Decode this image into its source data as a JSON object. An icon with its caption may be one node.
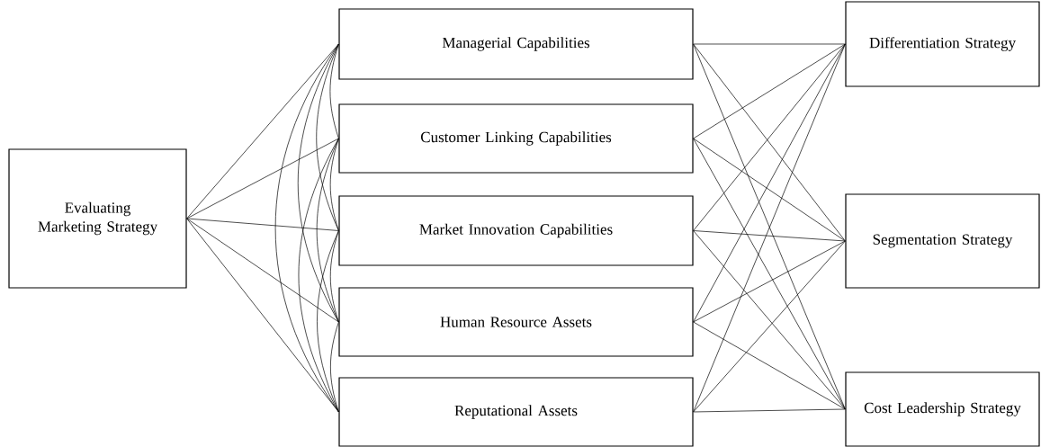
{
  "diagram": {
    "nodes": [
      {
        "text": [
          "Evaluating Marketing Strategy"
        ]
      },
      {
        "text": [
          "Managerial Capabilities"
        ]
      },
      {
        "text": [
          "Customer Linking Capabilities"
        ]
      },
      {
        "text": [
          "Market Innovation Capabilities"
        ]
      },
      {
        "text": [
          "Human Resource Assets"
        ]
      },
      {
        "text": [
          "Reputational Assets"
        ]
      },
      {
        "text": [
          "Differentiation Strategy"
        ]
      },
      {
        "text": [
          "Segmentation Strategy"
        ]
      },
      {
        "text": [
          "Cost Leadership Strategy"
        ]
      }
    ],
    "edges": [
      {
        "from": 0,
        "to": 1,
        "arrow": "none"
      },
      {
        "from": 0,
        "to": 2,
        "arrow": "none"
      },
      {
        "from": 0,
        "to": 3,
        "arrow": "none"
      },
      {
        "from": 0,
        "to": 4,
        "arrow": "none"
      },
      {
        "from": 0,
        "to": 5,
        "arrow": "none"
      },
      {
        "from": 1,
        "to": 2,
        "arrow": "none"
      },
      {
        "from": 1,
        "to": 3,
        "arrow": "none"
      },
      {
        "from": 1,
        "to": 4,
        "arrow": "none"
      },
      {
        "from": 1,
        "to": 5,
        "arrow": "none"
      },
      {
        "from": 2,
        "to": 3,
        "arrow": "none"
      },
      {
        "from": 2,
        "to": 4,
        "arrow": "none"
      },
      {
        "from": 2,
        "to": 5,
        "arrow": "none"
      },
      {
        "from": 3,
        "to": 4,
        "arrow": "none"
      },
      {
        "from": 3,
        "to": 5,
        "arrow": "none"
      },
      {
        "from": 4,
        "to": 5,
        "arrow": "none"
      },
      {
        "from": 1,
        "to": 6,
        "arrow": "none"
      },
      {
        "from": 1,
        "to": 7,
        "arrow": "none"
      },
      {
        "from": 1,
        "to": 8,
        "arrow": "none"
      },
      {
        "from": 2,
        "to": 6,
        "arrow": "none"
      },
      {
        "from": 2,
        "to": 7,
        "arrow": "none"
      },
      {
        "from": 2,
        "to": 8,
        "arrow": "none"
      },
      {
        "from": 3,
        "to": 6,
        "arrow": "none"
      },
      {
        "from": 3,
        "to": 7,
        "arrow": "none"
      },
      {
        "from": 3,
        "to": 8,
        "arrow": "none"
      },
      {
        "from": 4,
        "to": 6,
        "arrow": "none"
      },
      {
        "from": 4,
        "to": 7,
        "arrow": "none"
      },
      {
        "from": 4,
        "to": 8,
        "arrow": "none"
      },
      {
        "from": 5,
        "to": 6,
        "arrow": "none"
      },
      {
        "from": 5,
        "to": 7,
        "arrow": "none"
      },
      {
        "from": 5,
        "to": 8,
        "arrow": "none"
      }
    ]
  }
}
